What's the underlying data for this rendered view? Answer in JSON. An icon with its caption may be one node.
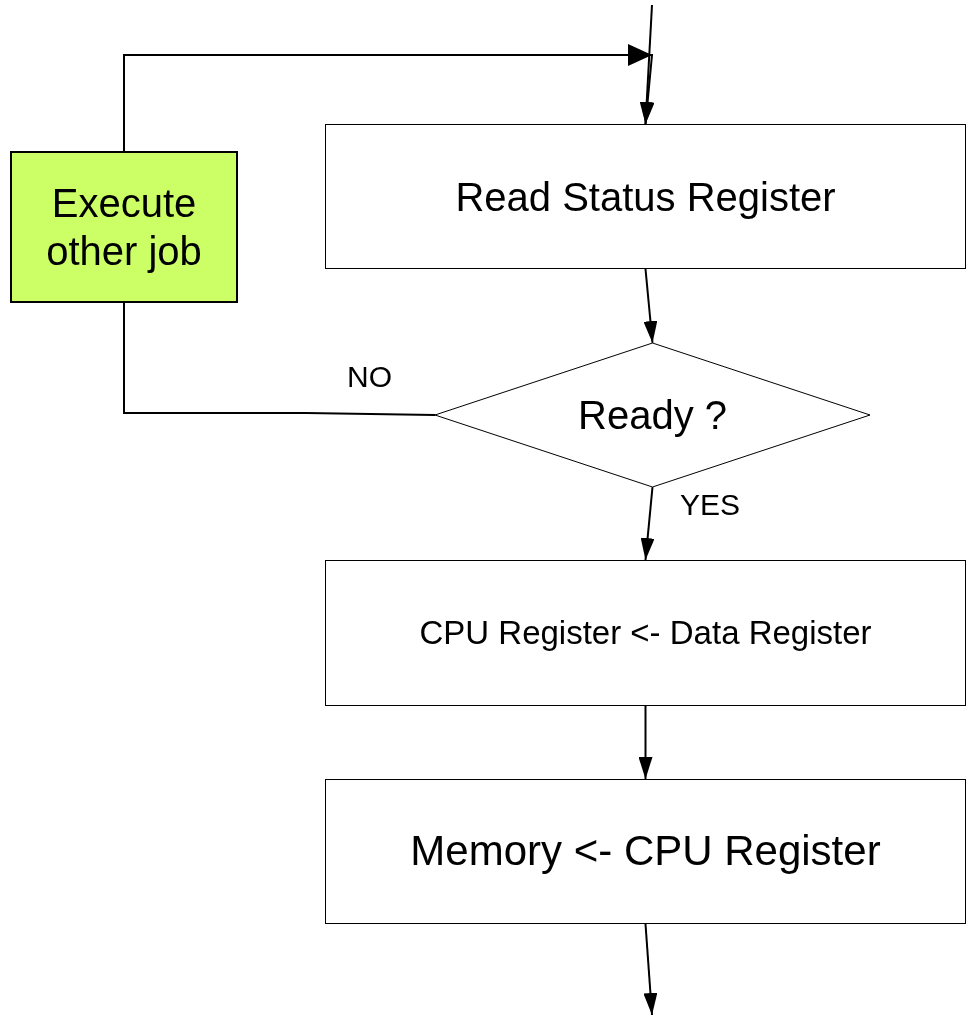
{
  "diagram": {
    "nodes": [
      {
        "text": [
          "Read Status Register"
        ]
      },
      {
        "text": [
          "Ready ?"
        ]
      },
      {
        "text": [
          "CPU Register <- Data Register"
        ]
      },
      {
        "text": [
          "Memory <- CPU Register"
        ]
      },
      {
        "text": [
          "Execute other job"
        ]
      }
    ],
    "edges": [
      {
        "from": null,
        "to": 0,
        "arrow": "to"
      },
      {
        "from": 0,
        "to": 1,
        "arrow": "to"
      },
      {
        "from": 1,
        "to": 2,
        "arrow": "to",
        "label": "YES"
      },
      {
        "from": 2,
        "to": 3,
        "arrow": "to"
      },
      {
        "from": 3,
        "to": null,
        "arrow": "to"
      },
      {
        "from": 1,
        "to": 4,
        "arrow": "none",
        "label": "NO"
      },
      {
        "from": 4,
        "to": 0,
        "arrow": "to"
      }
    ]
  }
}
